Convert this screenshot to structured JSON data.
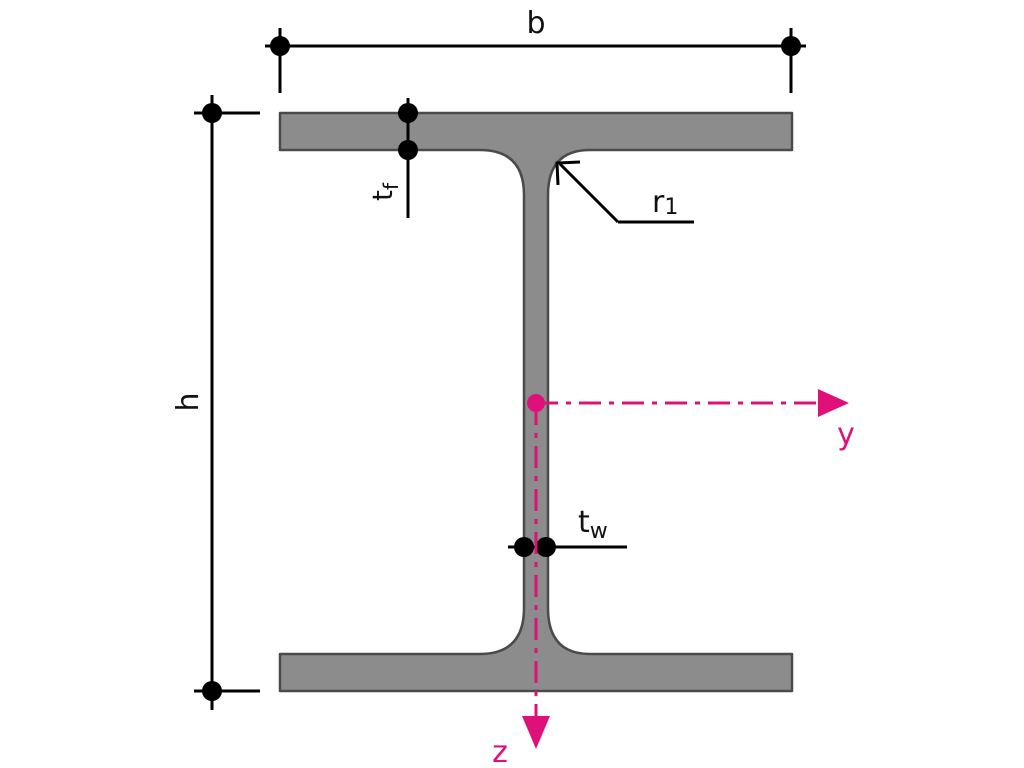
{
  "labels": {
    "width": "b",
    "height": "h",
    "flange_thickness": "t",
    "flange_thickness_sub": "f",
    "web_thickness": "t",
    "web_thickness_sub": "w",
    "fillet_radius": "r",
    "fillet_radius_sub": "1",
    "axis_y": "y",
    "axis_z": "z"
  },
  "colors": {
    "section_fill": "#8c8c8c",
    "section_stroke": "#4a4a4a",
    "dimension": "#000000",
    "axis": "#e0107a"
  }
}
